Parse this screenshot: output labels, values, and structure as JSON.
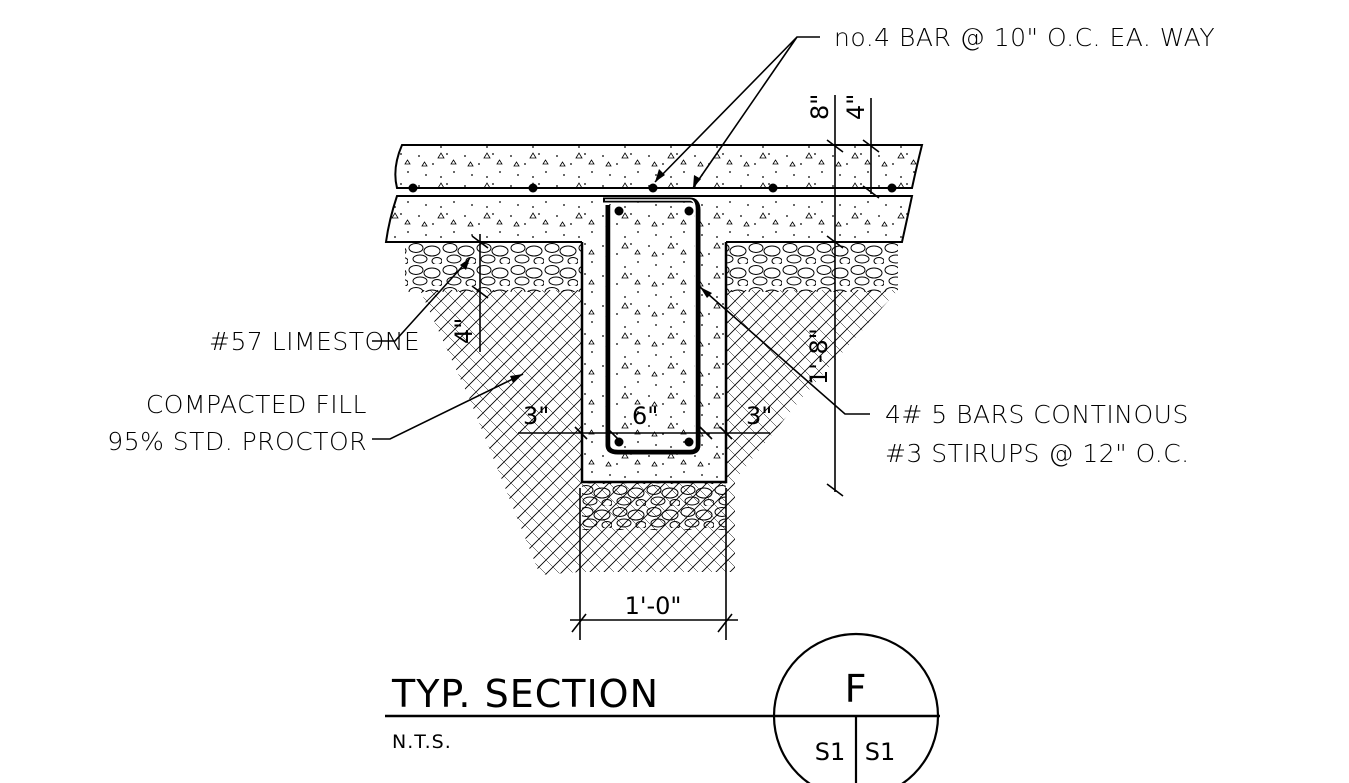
{
  "labels": {
    "top_bar": "no.4 BAR @ 10\" O.C. EA. WAY",
    "limestone": "#57 LIMESTONE",
    "fill_line1": "COMPACTED FILL",
    "fill_line2": "95% STD. PROCTOR",
    "bars_line1": "4# 5 BARS CONTINOUS",
    "bars_line2": "#3 STIRUPS @ 12\" O.C."
  },
  "dimensions": {
    "slab_top": "8\"",
    "slab_mid": "4\"",
    "stone_depth": "4\"",
    "beam_depth": "1'-8\"",
    "cover_left": "3\"",
    "core_width": "6\"",
    "cover_right": "3\"",
    "beam_width": "1'-0\""
  },
  "title_block": {
    "title": "TYP. SECTION",
    "scale": "N.T.S.",
    "detail_id": "F",
    "sheet_left": "S1",
    "sheet_right": "S1"
  }
}
